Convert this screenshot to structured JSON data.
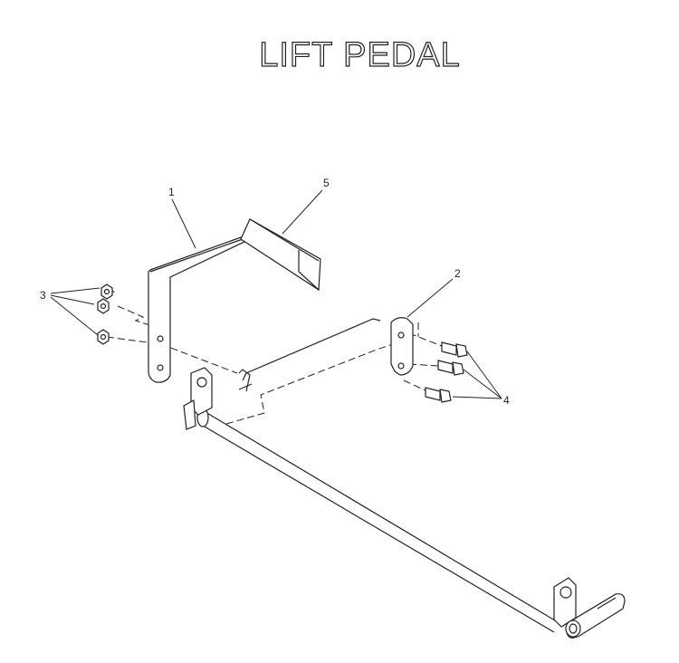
{
  "title": "LIFT PEDAL",
  "callouts": {
    "c1": "1",
    "c2": "2",
    "c3": "3",
    "c4": "4",
    "c5": "5"
  }
}
